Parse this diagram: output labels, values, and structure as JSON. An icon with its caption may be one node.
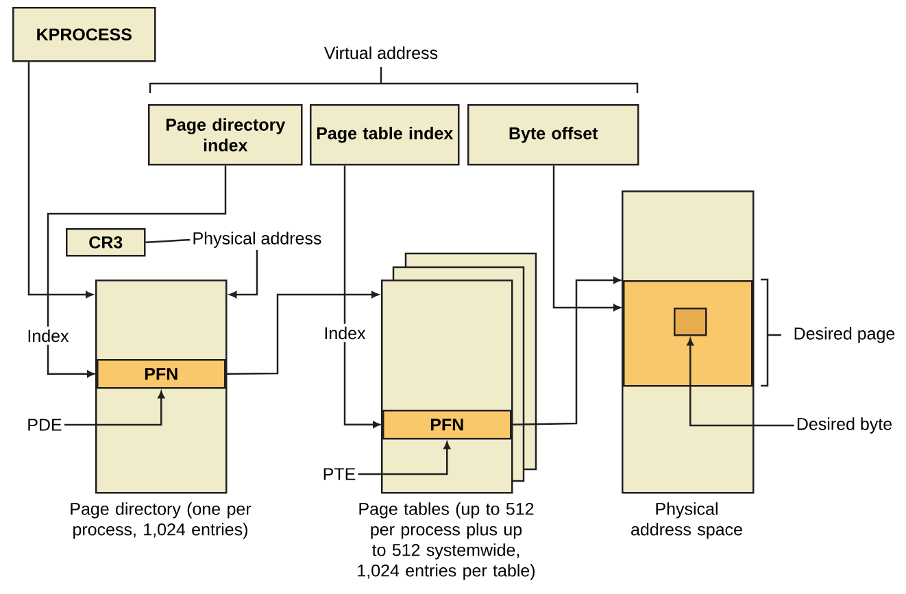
{
  "diagram": {
    "nodes": [
      {
        "text": [
          "KPROCESS"
        ]
      },
      {
        "text": [
          "Page directory index"
        ]
      },
      {
        "text": [
          "Page table index"
        ]
      },
      {
        "text": [
          "Byte offset"
        ]
      },
      {
        "text": [
          "CR3"
        ]
      },
      {
        "text": [
          "Physical address"
        ]
      },
      {
        "text": [
          "Page directory (one per process, 1,024 entries)"
        ]
      },
      {
        "text": [
          "PFN"
        ],
        "in": 6
      },
      {
        "text": [
          "PDE"
        ]
      },
      {
        "text": [
          "Page tables (up to 512 per process plus up to 512 systemwide, 1,024 entries per table)"
        ]
      },
      {
        "text": [
          "PFN"
        ],
        "in": 9
      },
      {
        "text": [
          "PTE"
        ]
      },
      {
        "text": [
          "Physical address space"
        ]
      },
      {
        "text": [],
        "shape": "bar",
        "in": 12
      },
      {
        "text": [],
        "shape": "box",
        "in": 13
      },
      {
        "text": [
          "Desired byte"
        ]
      }
    ],
    "edges": [
      {
        "from": 0,
        "to": 6,
        "arrow": "to"
      },
      {
        "from": 1,
        "to": 7,
        "arrow": "to",
        "label": "Index"
      },
      {
        "from": 4,
        "to": 5,
        "arrow": "none"
      },
      {
        "from": 5,
        "to": 6,
        "arrow": "to"
      },
      {
        "from": 7,
        "to": 9,
        "arrow": "to"
      },
      {
        "from": 2,
        "to": 10,
        "arrow": "to",
        "label": "Index"
      },
      {
        "from": 8,
        "to": 7,
        "arrow": "to"
      },
      {
        "from": 11,
        "to": 10,
        "arrow": "to"
      },
      {
        "from": 10,
        "to": 13,
        "arrow": "to"
      },
      {
        "from": 3,
        "to": 13,
        "arrow": "to"
      },
      {
        "from": 15,
        "to": 14,
        "arrow": "to"
      }
    ],
    "labels": [
      "Virtual address",
      "Desired page"
    ]
  }
}
